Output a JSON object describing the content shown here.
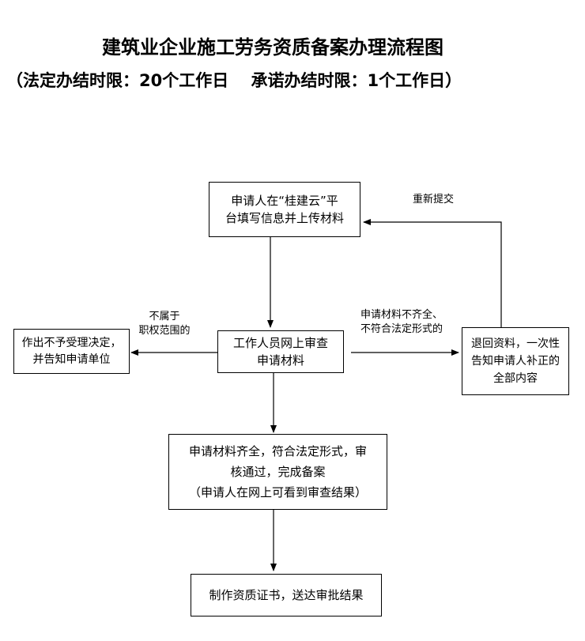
{
  "title": "建筑业企业施工劳务资质备案办理流程图",
  "subtitle": "（法定办结时限：20个工作日　 承诺办结时限：1个工作日）",
  "nodes": {
    "apply": [
      "申请人在“桂建云”平",
      "台填写信息并上传材料"
    ],
    "review": [
      "工作人员网上审查",
      "申请材料"
    ],
    "reject": [
      "作出不予受理决定，",
      "并告知申请单位"
    ],
    "return": [
      "退回资料，一次性",
      "告知申请人补正的",
      "全部内容"
    ],
    "approve": [
      "申请材料齐全，符合法定形式，审",
      "核通过，完成备案",
      "（申请人在网上可看到审查结果）"
    ],
    "cert": [
      "制作资质证书，送达审批结果"
    ]
  },
  "edge_labels": {
    "resubmit": "重新提交",
    "out_of_scope": [
      "不属于",
      "职权范围的"
    ],
    "incomplete": [
      "申请材料不齐全、",
      "不符合法定形式的"
    ]
  }
}
